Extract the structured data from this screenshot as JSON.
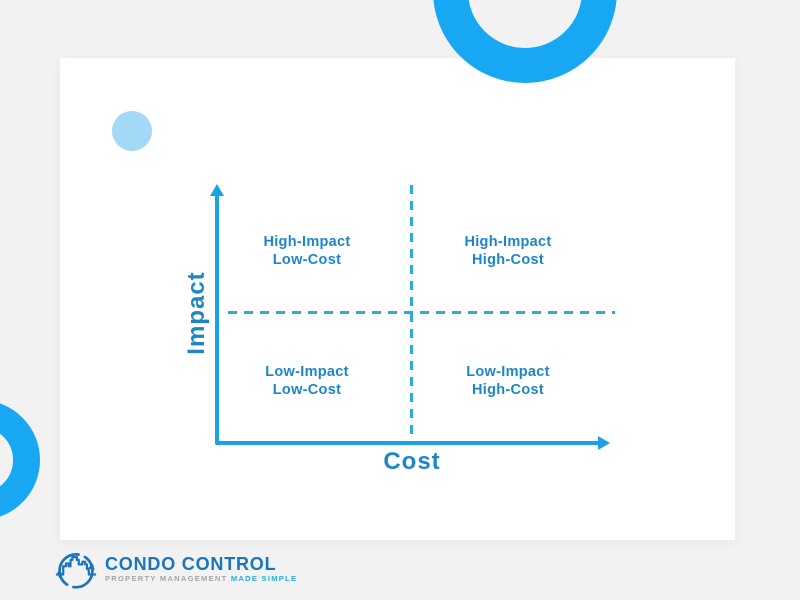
{
  "page": {
    "background_color": "#f2f2f2",
    "card_color": "#ffffff"
  },
  "decorations": {
    "top_ring": {
      "name": "ring",
      "color": "#18a8f3"
    },
    "bottom_left_ring": {
      "name": "ring",
      "color": "#18a8f3"
    },
    "small_dot": {
      "name": "dot",
      "color": "#a3d9f6"
    }
  },
  "chart_data": {
    "type": "quadrant-matrix",
    "title": "",
    "xlabel": "Cost",
    "ylabel": "Impact",
    "axis_color": "#1da1e5",
    "dashed_divider_color": "#29abe2",
    "label_color": "#1e86c6",
    "x_axis_direction": "low to high (left to right), arrow at right",
    "y_axis_direction": "low to high (bottom to top), arrow at top",
    "quadrants": [
      {
        "position": "top-left",
        "line1": "High-Impact",
        "line2": "Low-Cost"
      },
      {
        "position": "top-right",
        "line1": "High-Impact",
        "line2": "High-Cost"
      },
      {
        "position": "bottom-left",
        "line1": "Low-Impact",
        "line2": "Low-Cost"
      },
      {
        "position": "bottom-right",
        "line1": "Low-Impact",
        "line2": "High-Cost"
      }
    ]
  },
  "footer": {
    "brand": "CONDO CONTROL",
    "tagline_gray": "PROPERTY MANAGEMENT",
    "tagline_blue": "MADE SIMPLE",
    "logo_icon": "city-skyline-circular-arrows-icon",
    "brand_color": "#1b75bc",
    "tagline_blue_color": "#29abe2"
  }
}
